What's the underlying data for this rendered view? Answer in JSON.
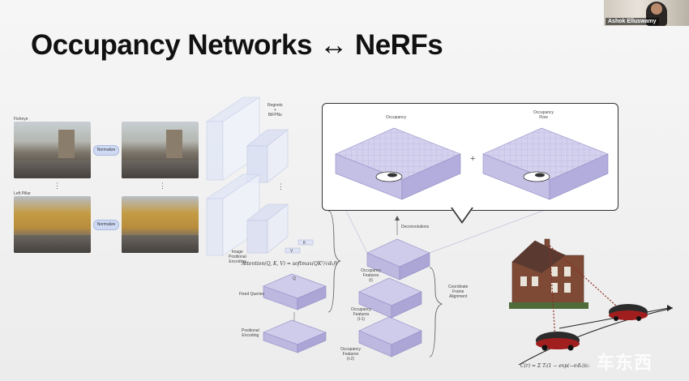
{
  "slide": {
    "title": "Occupancy Networks ↔ NeRFs"
  },
  "webcam": {
    "speaker_name": "Ashok Elluswamy"
  },
  "inputs": {
    "fisheye_label": "Fisheye",
    "left_pillar_label": "Left Pillar",
    "normalize_label": "Normalize",
    "ellipsis": "⋮"
  },
  "backbone": {
    "regnets_label": "Regnets\n+\nBiFPNs",
    "image_pe_label": "Image\nPositional\nEncoding",
    "q_label": "Q",
    "k_label": "K",
    "v_label": "V",
    "attention_formula": "Attention(Q, K, V) = softmax(QKᵀ/√dₖ)V",
    "fixed_queries_label": "Fixed Queries",
    "positional_encoding_label": "Positional\nEncoding"
  },
  "features": {
    "deconvolutions_label": "Deconvolutions",
    "occ_t_label": "Occupancy\nFeatures\n(t)",
    "occ_t1_label": "Occupancy\nFeatures\n(t-1)",
    "occ_t2_label": "Occupancy\nFeatures\n(t-2)",
    "coord_align_label": "Coordinate\nFrame\nAlignment"
  },
  "callout": {
    "occupancy_label": "Occupancy",
    "flow_label": "Occupancy\nFlow",
    "plus": "+"
  },
  "scene": {
    "nerf_formula": "Ĉ(r) = Σ Tᵢ(1 − exp(−σᵢδᵢ))cᵢ"
  },
  "watermark": {
    "text": "车东西"
  },
  "colors": {
    "grid_fill": "#c9c6e6",
    "grid_stroke": "#8f8cc4",
    "text_dark": "#111111"
  }
}
